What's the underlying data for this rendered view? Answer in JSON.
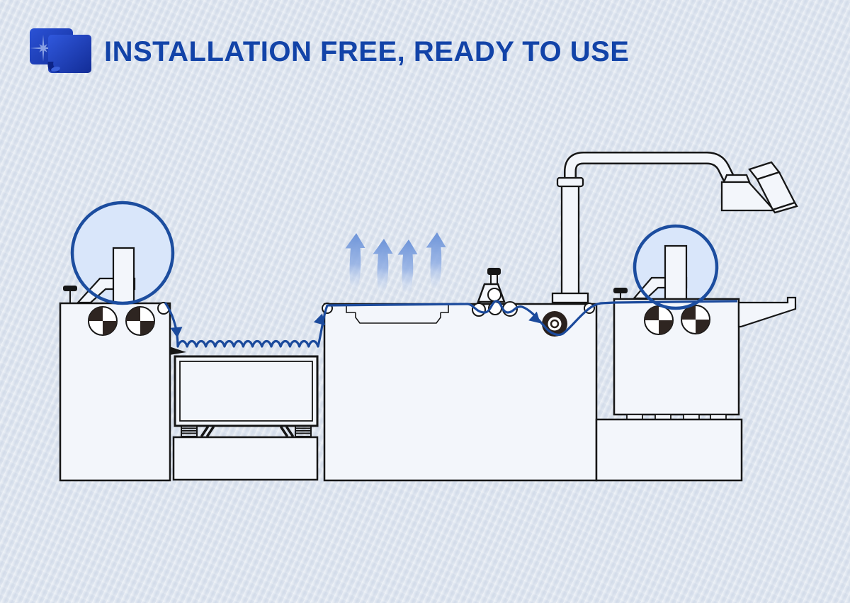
{
  "header": {
    "title": "INSTALLATION FREE, READY TO USE",
    "icon": "film-roll-icon"
  },
  "colors": {
    "background": "#dfe6f0",
    "title_blue": "#1243a8",
    "icon_blue_dark": "#142f9e",
    "icon_blue_light": "#2b52d6",
    "film_line_blue": "#1b4a9c",
    "highlight_circle_stroke": "#1c4d9f",
    "highlight_circle_fill": "#d9e6fa",
    "machine_fill": "#f3f6fb",
    "outline_black": "#161616",
    "registration_mark_dark": "#2e2521",
    "air_arrow_blue": "#6c93d8"
  },
  "diagram": {
    "description": "Production line drawing: unwinder with film roll holder, loose film loop over vibration table, laminating table with drying air arrows, press roller unit, control-screen arm, rewinder with exit tray",
    "air_arrow_count": 4,
    "highlight_circle_count": 2,
    "parts": [
      "left-unwinder-machine",
      "film-holder-post-left",
      "vibration-table",
      "laminating-table",
      "drying-air-arrows",
      "press-roller-unit",
      "dark-guide-roller",
      "control-screen-arm",
      "right-rewinder-machine",
      "film-holder-post-right",
      "exit-tray"
    ]
  }
}
